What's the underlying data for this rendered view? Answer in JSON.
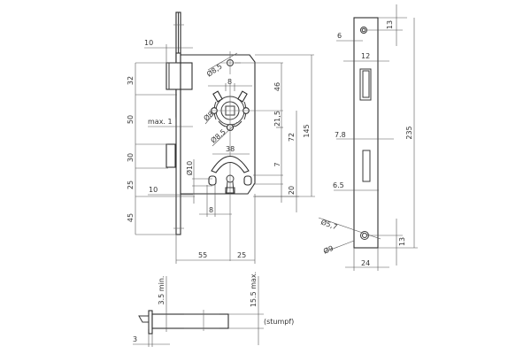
{
  "drawing": {
    "title": "Mortise lock technical drawing",
    "front_view": {
      "dims": {
        "latch_offset": "10",
        "latch_height": "32",
        "spacing_50": "50",
        "max1": "max. 1",
        "bolt_height": "30",
        "spacing_25": "25",
        "bolt_offset": "10",
        "bottom_45": "45",
        "d85_top": "Ø8,5",
        "spindle_8": "8",
        "d8": "Ø8",
        "d85_bottom": "Ø8,5",
        "d46": "46",
        "d215": "21,5",
        "d72": "72",
        "d145": "145",
        "d38": "38",
        "d10": "Ø10",
        "d7": "7",
        "d20": "20",
        "keyhole_8": "8",
        "backset_55": "55",
        "d25": "25"
      }
    },
    "side_view": {
      "dims": {
        "d6": "6",
        "d13_top": "13",
        "d12": "12",
        "d78": "7.8",
        "d235": "235",
        "d65": "6.5",
        "d57": "Ø5,7",
        "d9": "Ø9",
        "d13_bottom": "13",
        "d24": "24"
      }
    },
    "bottom_view": {
      "dims": {
        "min35": "3.5 min.",
        "max155": "15.5 max.",
        "d3": "3",
        "stumpf": "(stumpf)"
      }
    }
  }
}
